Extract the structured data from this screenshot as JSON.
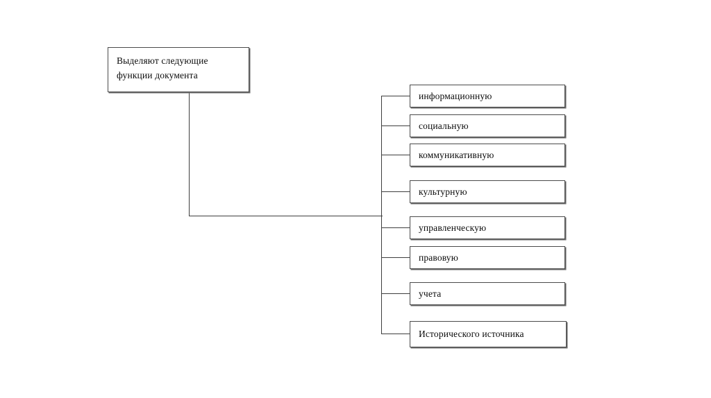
{
  "diagram": {
    "type": "tree",
    "orientation": "left-to-right",
    "background_color": "#ffffff",
    "line_color": "#3d3d3d",
    "box_border_color": "#4a4a4a",
    "text_color": "#0a0a0a",
    "root": {
      "label": "Выделяют следующие функции документа"
    },
    "children": [
      {
        "label": "информационную"
      },
      {
        "label": "социальную"
      },
      {
        "label": "коммуникативную"
      },
      {
        "label": "культурную"
      },
      {
        "label": "управленческую"
      },
      {
        "label": "правовую"
      },
      {
        "label": "учета"
      },
      {
        "label": "Исторического источника"
      }
    ]
  }
}
